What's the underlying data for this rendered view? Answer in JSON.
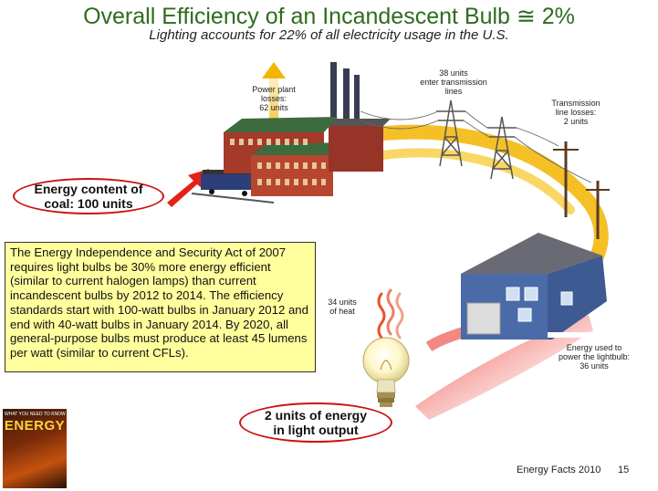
{
  "title": "Overall Efficiency of an Incandescent Bulb ≅ 2%",
  "subtitle": "Lighting accounts for 22% of all electricity usage in the U.S.",
  "labels": {
    "power_plant_losses": "Power plant\nlosses:\n62 units",
    "transmission_units": "38 units\nenter transmission\nlines",
    "transmission_losses": "Transmission\nline losses:\n2 units",
    "heat": "34 units\nof heat",
    "lightbulb_energy": "Energy used to\npower the lightbulb:\n36 units"
  },
  "callouts": {
    "coal": "Energy content of\ncoal:  100 units",
    "light_output": "2 units of energy\nin light output"
  },
  "note": "The Energy Independence and Security Act of 2007 requires light bulbs be 30% more energy efficient (similar to current halogen lamps) than current incandescent bulbs by 2012 to 2014.  The efficiency standards start with 100-watt bulbs in January 2012 and end with 40-watt bulbs in January 2014. By 2020, all general-purpose bulbs must produce at least 45 lumens per watt (similar to current CFLs).",
  "book_cover": {
    "caption": "WHAT YOU NEED TO KNOW ABOUT",
    "title": "ENERGY"
  },
  "footer": "Energy Facts 2010",
  "page_number": "15",
  "colors": {
    "title": "#2f6b1f",
    "flow": "#f2b500",
    "flow_to_bulb": "#e8281e",
    "callout_border": "#cc1111",
    "note_bg": "#ffff9e"
  }
}
